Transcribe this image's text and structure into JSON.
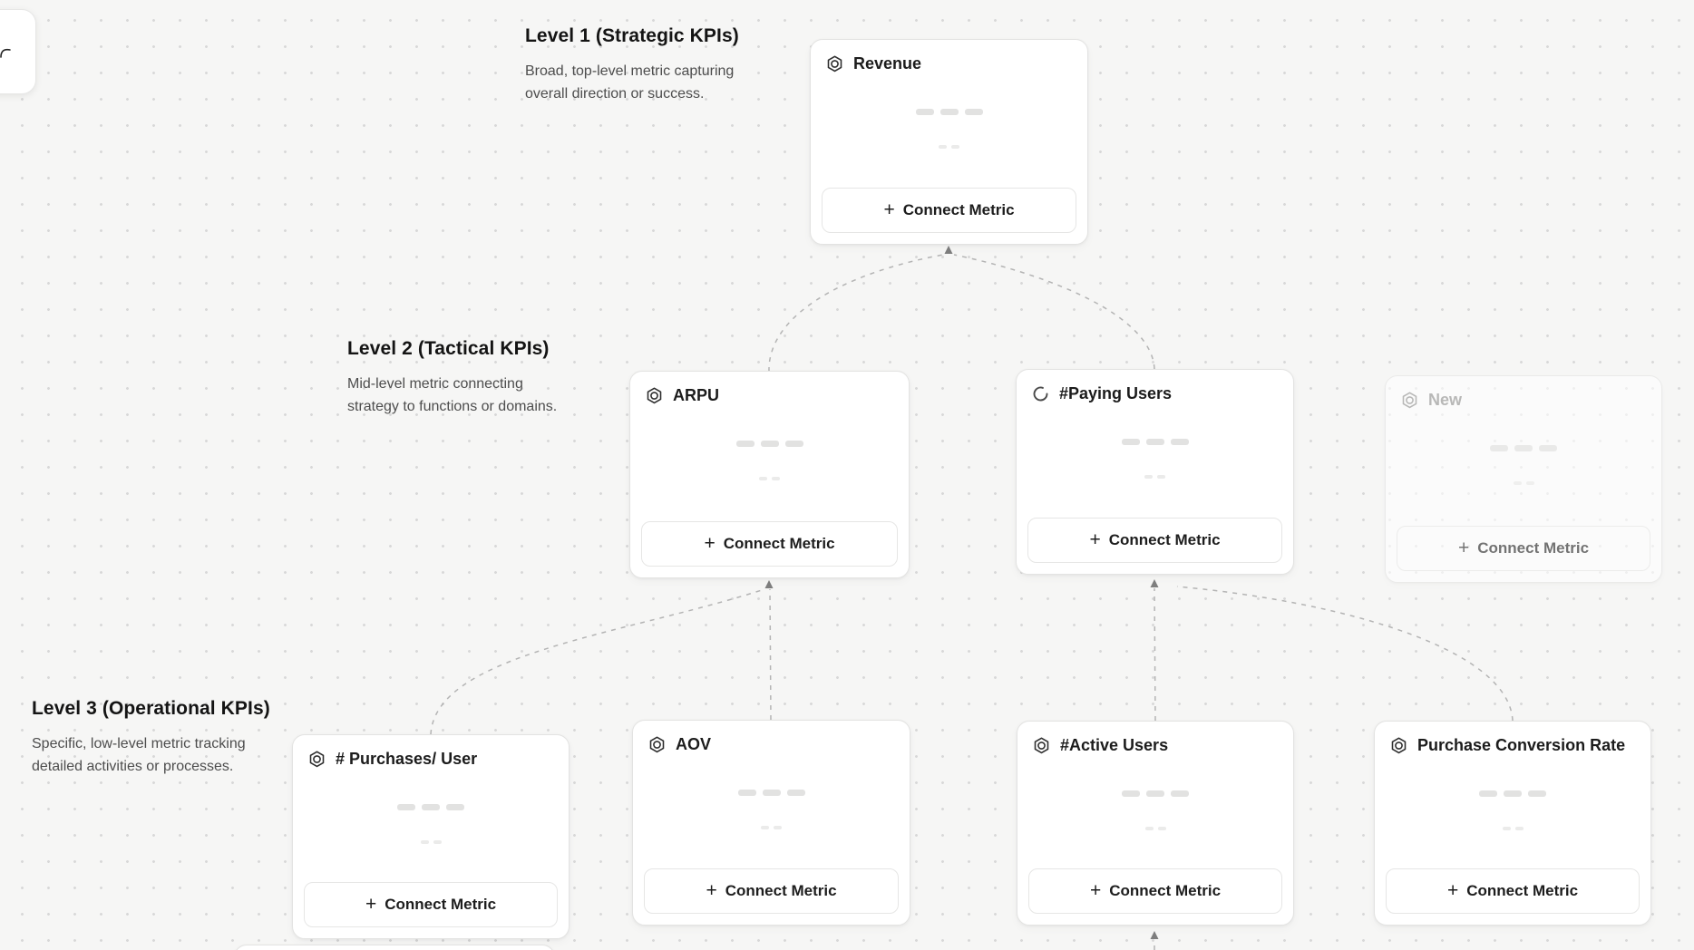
{
  "levels": [
    {
      "title": "Level 1 (Strategic KPIs)",
      "description_lines": [
        "Broad, top-level metric capturing",
        "overall direction or success."
      ]
    },
    {
      "title": "Level 2 (Tactical KPIs)",
      "description_lines": [
        "Mid-level metric connecting",
        "strategy to functions or domains."
      ]
    },
    {
      "title": "Level 3 (Operational KPIs)",
      "description_lines": [
        "Specific, low-level metric tracking",
        "detailed activities or processes."
      ]
    }
  ],
  "connect_button": {
    "plus": "+",
    "label": "Connect Metric"
  },
  "cards": [
    {
      "title": "Revenue",
      "icon": "metric-hexagon-icon",
      "state": "default"
    },
    {
      "title": "ARPU",
      "icon": "metric-hexagon-icon",
      "state": "default"
    },
    {
      "title": "#Paying Users",
      "icon": "spinner-icon",
      "state": "loading"
    },
    {
      "title": "New",
      "icon": "metric-hexagon-icon",
      "state": "pending"
    },
    {
      "title": "# Purchases/ User",
      "icon": "metric-hexagon-icon",
      "state": "default"
    },
    {
      "title": "AOV",
      "icon": "metric-hexagon-icon",
      "state": "default"
    },
    {
      "title": "#Active Users",
      "icon": "metric-hexagon-icon",
      "state": "default"
    },
    {
      "title": "Purchase Conversion Rate",
      "icon": "metric-hexagon-icon",
      "state": "default"
    }
  ],
  "colors": {
    "canvas_bg": "#f6f6f5",
    "dot": "#d8d8d8",
    "card_border": "#e3e3e2",
    "connector": "#b4b4b4",
    "arrow": "#7e7e7e"
  }
}
